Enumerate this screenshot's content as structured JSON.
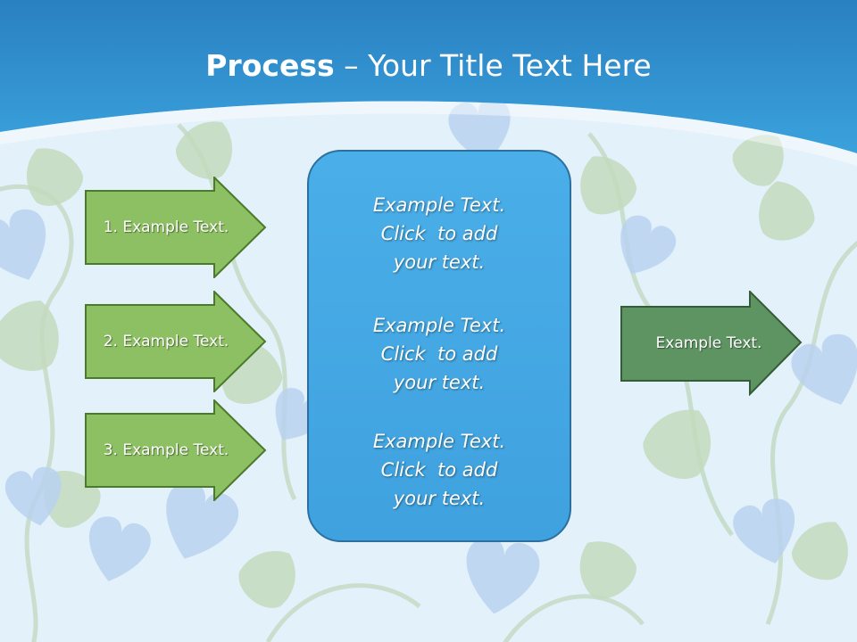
{
  "title": {
    "bold": "Process",
    "rest": " – Your Title Text Here"
  },
  "colors": {
    "header_blue": "#2f8fce",
    "background": "#e3f1fa",
    "arrow_green": "#8dc062",
    "arrow_dark_green": "#5d9461",
    "box_blue": "#43a7e2"
  },
  "input_arrows": [
    {
      "label": "1. Example Text."
    },
    {
      "label": "2. Example Text."
    },
    {
      "label": "3. Example Text."
    }
  ],
  "center_box": {
    "blocks": [
      {
        "lines": [
          "Example Text.",
          "Click  to add",
          "your text."
        ]
      },
      {
        "lines": [
          "Example Text.",
          "Click  to add",
          "your text."
        ]
      },
      {
        "lines": [
          "Example Text.",
          "Click  to add",
          "your text."
        ]
      }
    ]
  },
  "output_arrow": {
    "label": "Example Text."
  }
}
